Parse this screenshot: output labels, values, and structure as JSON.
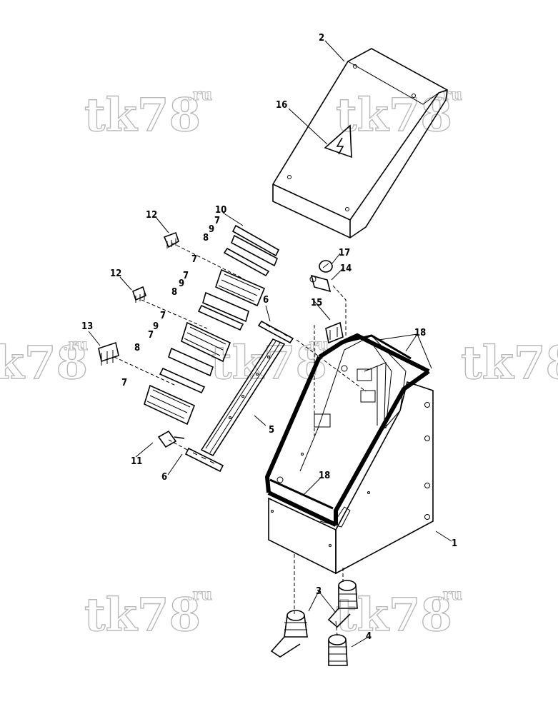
{
  "watermark": {
    "main": "tk78",
    "suffix": ".ru"
  },
  "callouts": {
    "c1": "1",
    "c2": "2",
    "c3": "3",
    "c4": "4",
    "c5": "5",
    "c6a": "6",
    "c6b": "6",
    "c7a": "7",
    "c7b": "7",
    "c7c": "7",
    "c7d": "7",
    "c7e": "7",
    "c7f": "7",
    "c8a": "8",
    "c8b": "8",
    "c8c": "8",
    "c9a": "9",
    "c9b": "9",
    "c9c": "9",
    "c10": "10",
    "c11": "11",
    "c12a": "12",
    "c12b": "12",
    "c13": "13",
    "c14": "14",
    "c15": "15",
    "c16": "16",
    "c17": "17",
    "c18a": "18",
    "c18b": "18"
  },
  "colors": {
    "line": "#000000",
    "watermark_outline": "#b9b9b9",
    "background": "#ffffff"
  }
}
